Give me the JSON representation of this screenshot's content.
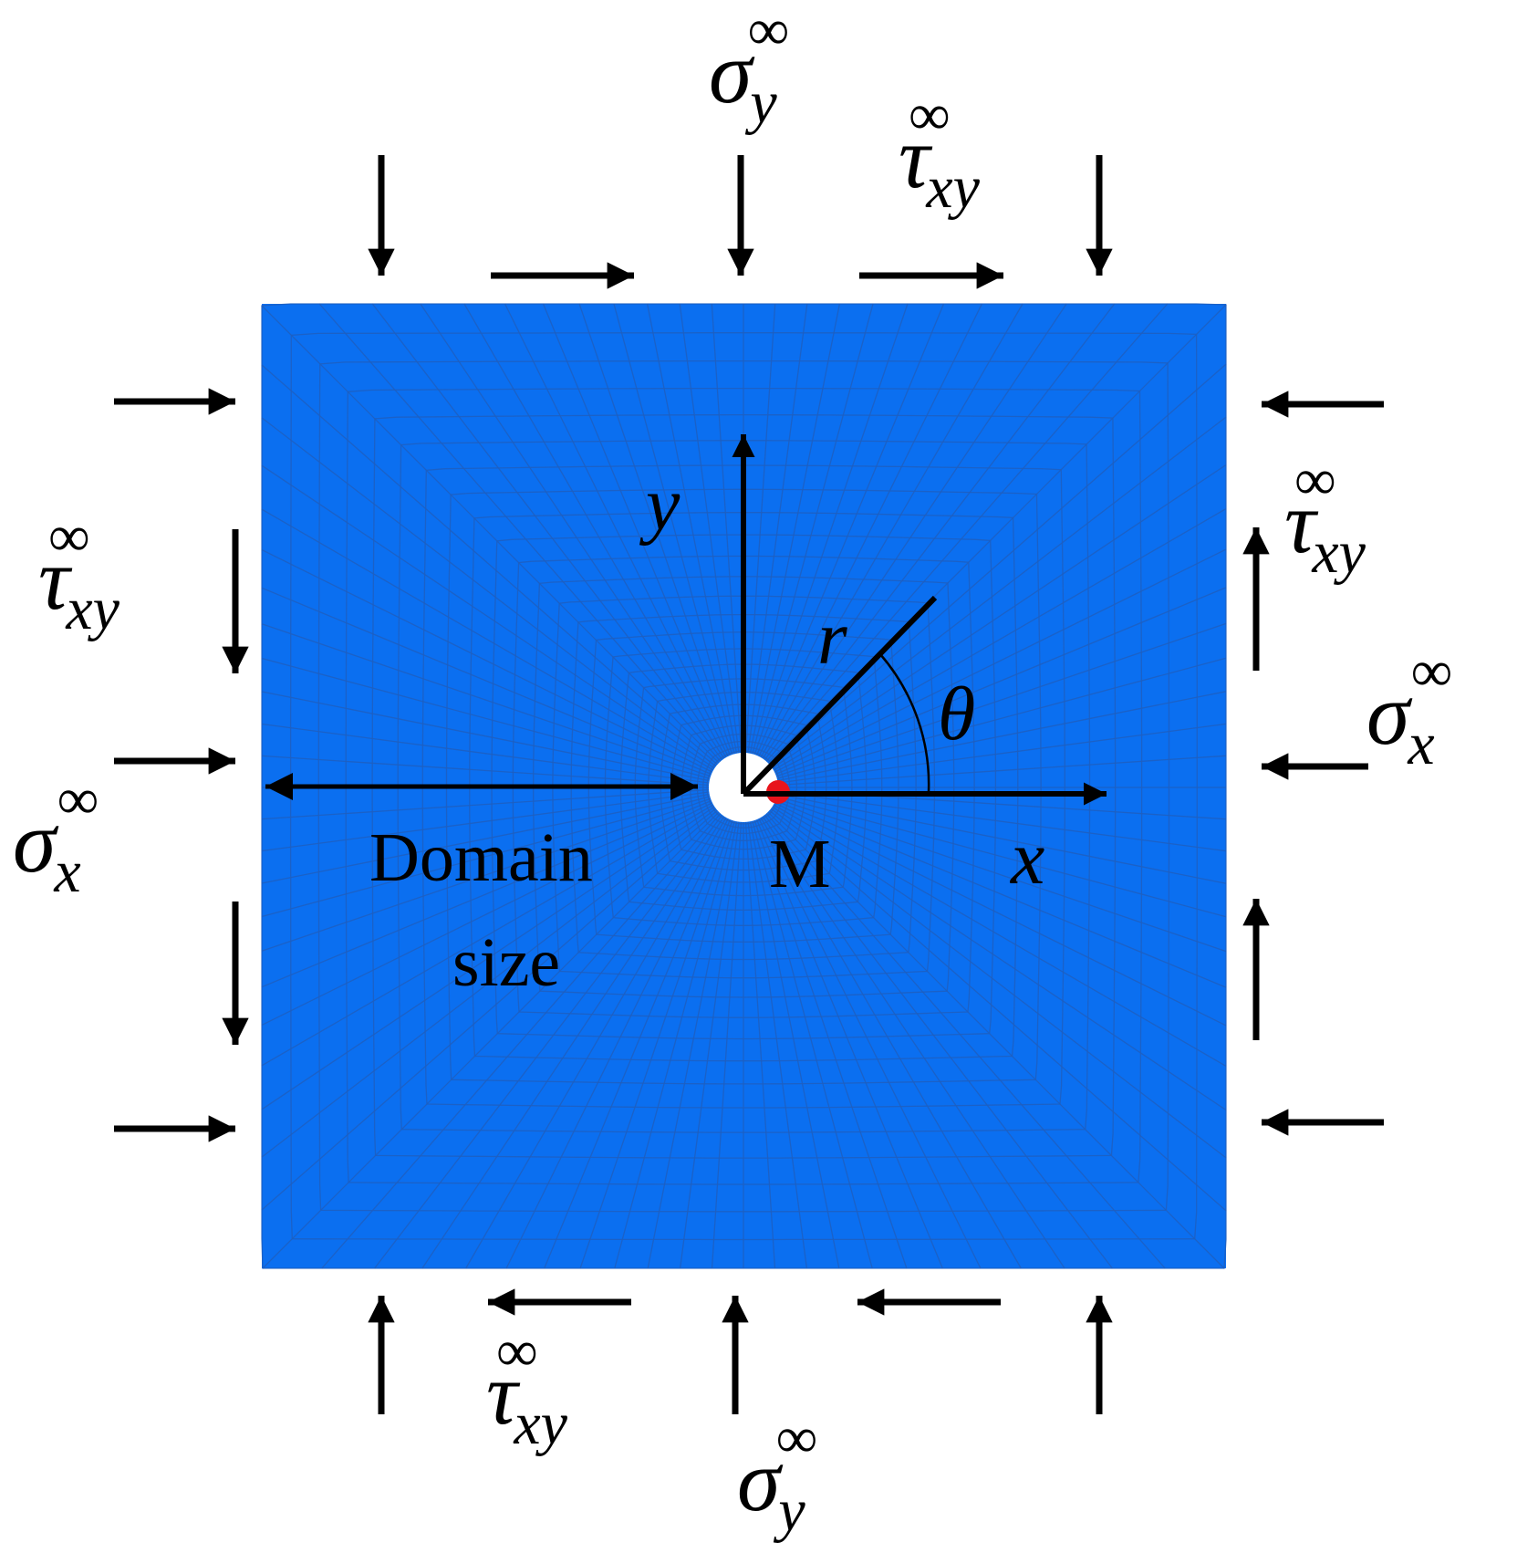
{
  "colors": {
    "domain_fill": "#0b6ff0",
    "mesh_lines": "#1f5fc0",
    "arrows": "#000000",
    "point_marker": "#e8141c",
    "hole": "#ffffff"
  },
  "labels": {
    "sigma_y_top": {
      "main": "σ",
      "sub": "y",
      "sup": "∞"
    },
    "tau_xy_top": {
      "main": "τ",
      "sub": "xy",
      "sup": "∞"
    },
    "tau_xy_left": {
      "main": "τ",
      "sub": "xy",
      "sup": "∞"
    },
    "sigma_x_left": {
      "main": "σ",
      "sub": "x",
      "sup": "∞"
    },
    "tau_xy_right": {
      "main": "τ",
      "sub": "xy",
      "sup": "∞"
    },
    "sigma_x_right": {
      "main": "σ",
      "sub": "x",
      "sup": "∞"
    },
    "tau_xy_bottom": {
      "main": "τ",
      "sub": "xy",
      "sup": "∞"
    },
    "sigma_y_bottom": {
      "main": "σ",
      "sub": "y",
      "sup": "∞"
    },
    "axis_x": "x",
    "axis_y": "y",
    "radius": "r",
    "angle": "θ",
    "point": "M",
    "domain_line1": "Domain",
    "domain_line2": "size"
  },
  "icons": {
    "normal_arrows": "arrow-icon",
    "shear_arrows": "arrow-icon",
    "point_marker": "dot-icon",
    "hole": "circle-icon"
  }
}
